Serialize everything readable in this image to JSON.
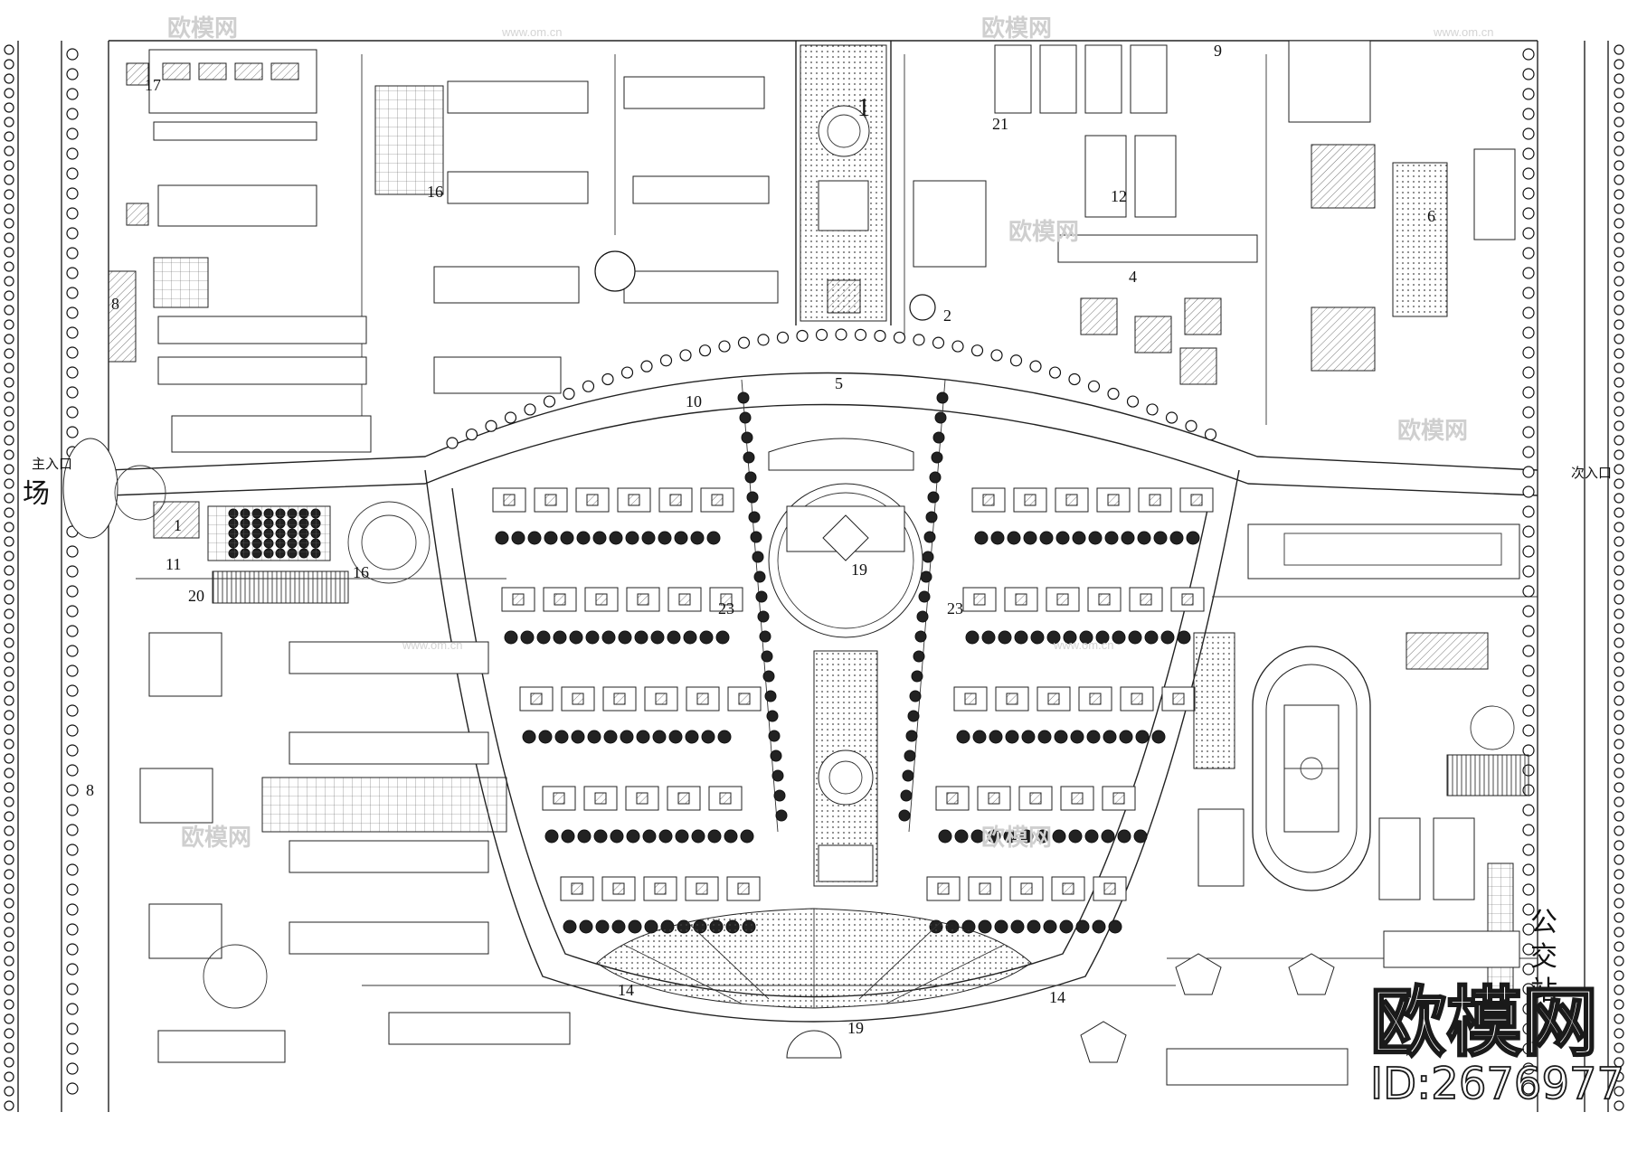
{
  "plan_labels": [
    "1",
    "2",
    "4",
    "5",
    "6",
    "8",
    "8",
    "9",
    "10",
    "11",
    "12",
    "14",
    "14",
    "16",
    "16",
    "17",
    "19",
    "19",
    "20",
    "21",
    "23",
    "23",
    "1"
  ],
  "entrances": {
    "main": "主入口",
    "secondary": "次入口",
    "plaza_char": "场"
  },
  "bus_stop": [
    "公",
    "交",
    "站"
  ],
  "watermarks": {
    "brand": "欧模网",
    "url": "www.om.cn"
  },
  "logo": {
    "brand": "欧模网",
    "id_text": "ID:2676977"
  }
}
